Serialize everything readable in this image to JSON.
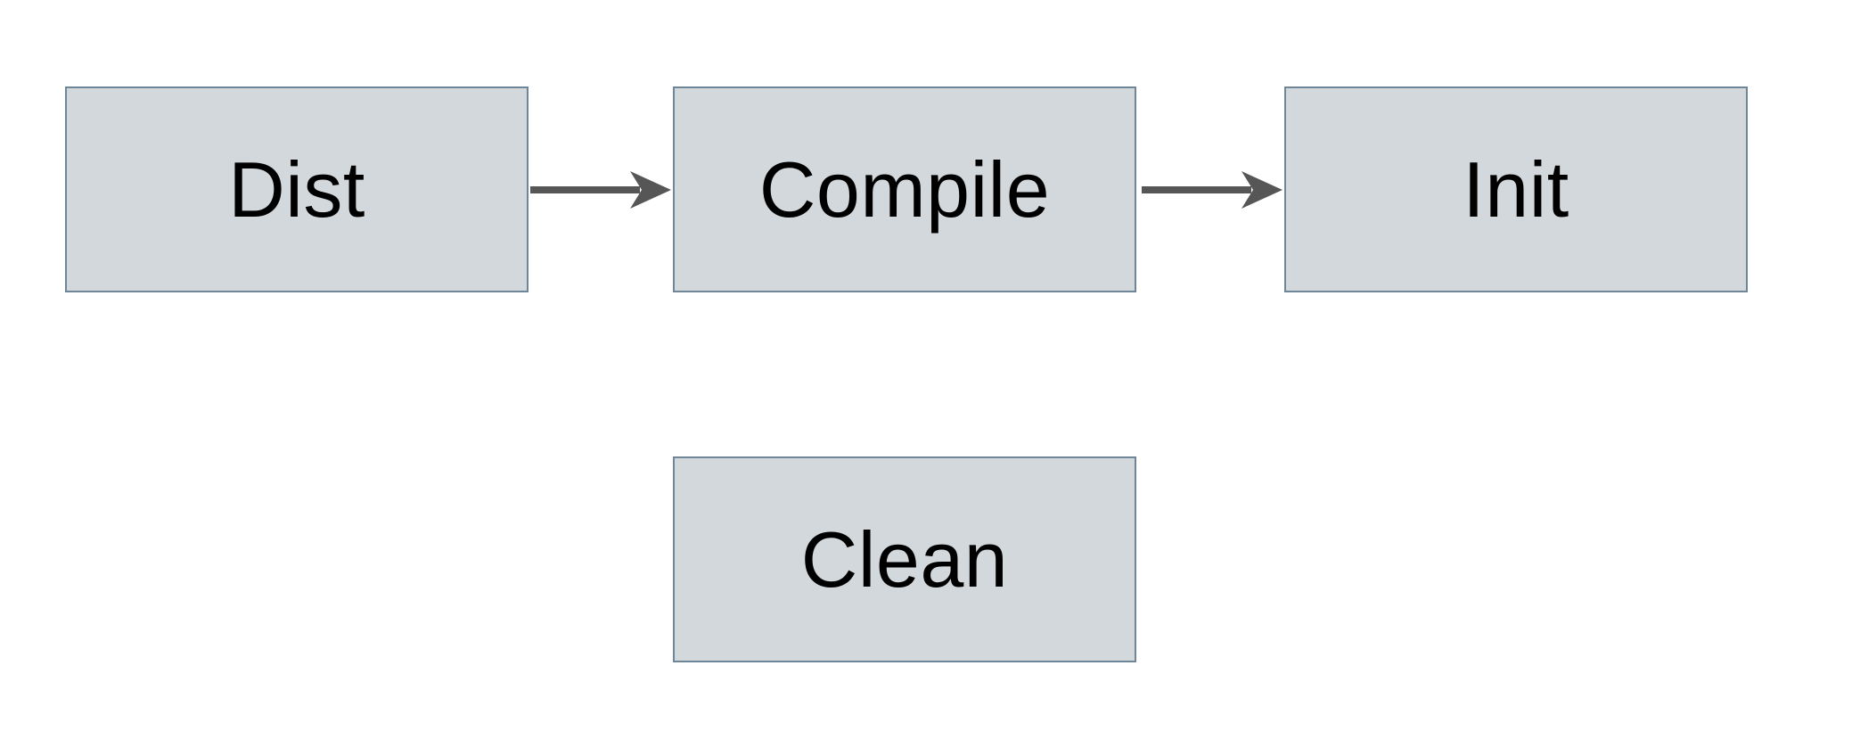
{
  "diagram": {
    "nodes": [
      {
        "id": "dist",
        "label": "Dist"
      },
      {
        "id": "compile",
        "label": "Compile"
      },
      {
        "id": "init",
        "label": "Init"
      },
      {
        "id": "clean",
        "label": "Clean"
      }
    ],
    "edges": [
      {
        "from": "Dist",
        "to": "Compile"
      },
      {
        "from": "Compile",
        "to": "Init"
      }
    ],
    "colors": {
      "background": "#ffffff",
      "node_fill": "#d2d8db",
      "node_border": "#6e8697",
      "arrow": "#565656",
      "label": "#000000"
    }
  }
}
